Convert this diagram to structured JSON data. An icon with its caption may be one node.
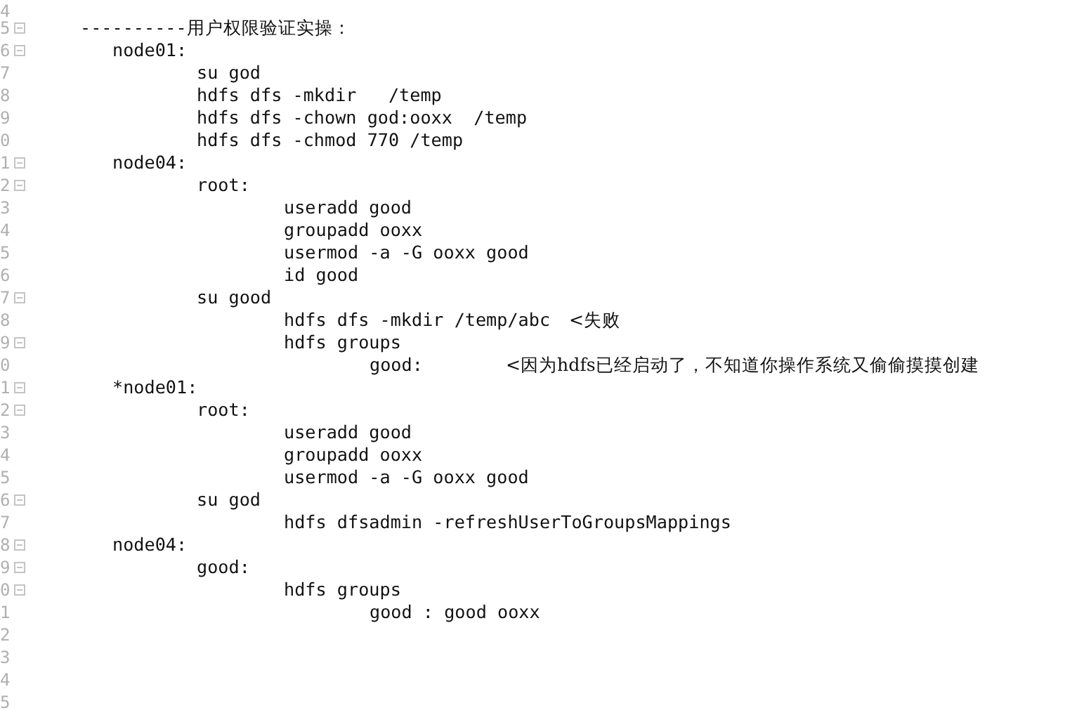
{
  "diagram": {
    "labels": [
      "4",
      "5",
      "----------用户权限验证实操：",
      "6",
      "node01:",
      "7",
      "su god",
      "8",
      "hdfs dfs -mkdir   /temp",
      "9",
      "hdfs dfs -chown god:ooxx  /temp",
      "0",
      "hdfs dfs -chmod 770 /temp",
      "1",
      "node04:",
      "2",
      "root:",
      "3",
      "useradd good",
      "4",
      "groupadd ooxx",
      "5",
      "usermod -a -G ooxx good",
      "6",
      "id good",
      "7",
      "su good",
      "8",
      "hdfs dfs -mkdir /temp/abc",
      "<失败",
      "9",
      "hdfs groups",
      "0",
      "good:",
      "<因为hdfs已经启动了，不知道你操作系统又偷偷摸摸创建",
      "1",
      "*node01:",
      "2",
      "root:",
      "3",
      "useradd good",
      "4",
      "groupadd ooxx",
      "5",
      "usermod -a -G ooxx good",
      "6",
      "su god",
      "7",
      "hdfs dfsadmin -refreshUserToGroupsMappings",
      "8",
      "node04:",
      "9",
      "good:",
      "0",
      "hdfs groups",
      "1",
      "good : good ooxx",
      "2",
      "3",
      "4",
      "5"
    ]
  }
}
